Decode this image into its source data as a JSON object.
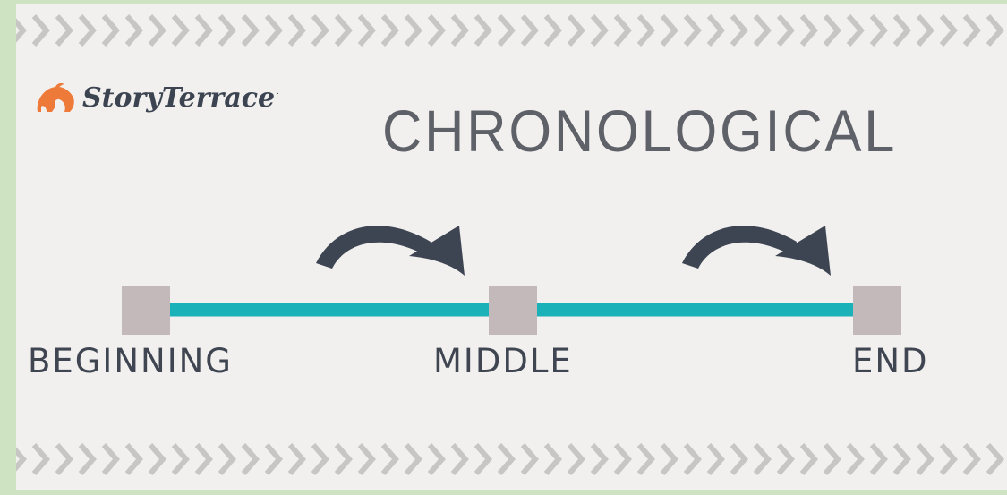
{
  "brand": {
    "name": "StoryTerrace",
    "trademark": "."
  },
  "title": "CHRONOLOGICAL",
  "stages": [
    {
      "label": "BEGINNING"
    },
    {
      "label": "MIDDLE"
    },
    {
      "label": "END"
    }
  ],
  "colors": {
    "outer_border": "#cde3c1",
    "background": "#f2f0ef",
    "chevron": "#c8c6c4",
    "timeline": "#1ab1b9",
    "node": "#c4b9ba",
    "arrow": "#3d4552",
    "text": "#3f4652",
    "logo": "#ee7a3a"
  },
  "icons": [
    "storyterrace-logo-icon",
    "curved-arrow-icon"
  ]
}
